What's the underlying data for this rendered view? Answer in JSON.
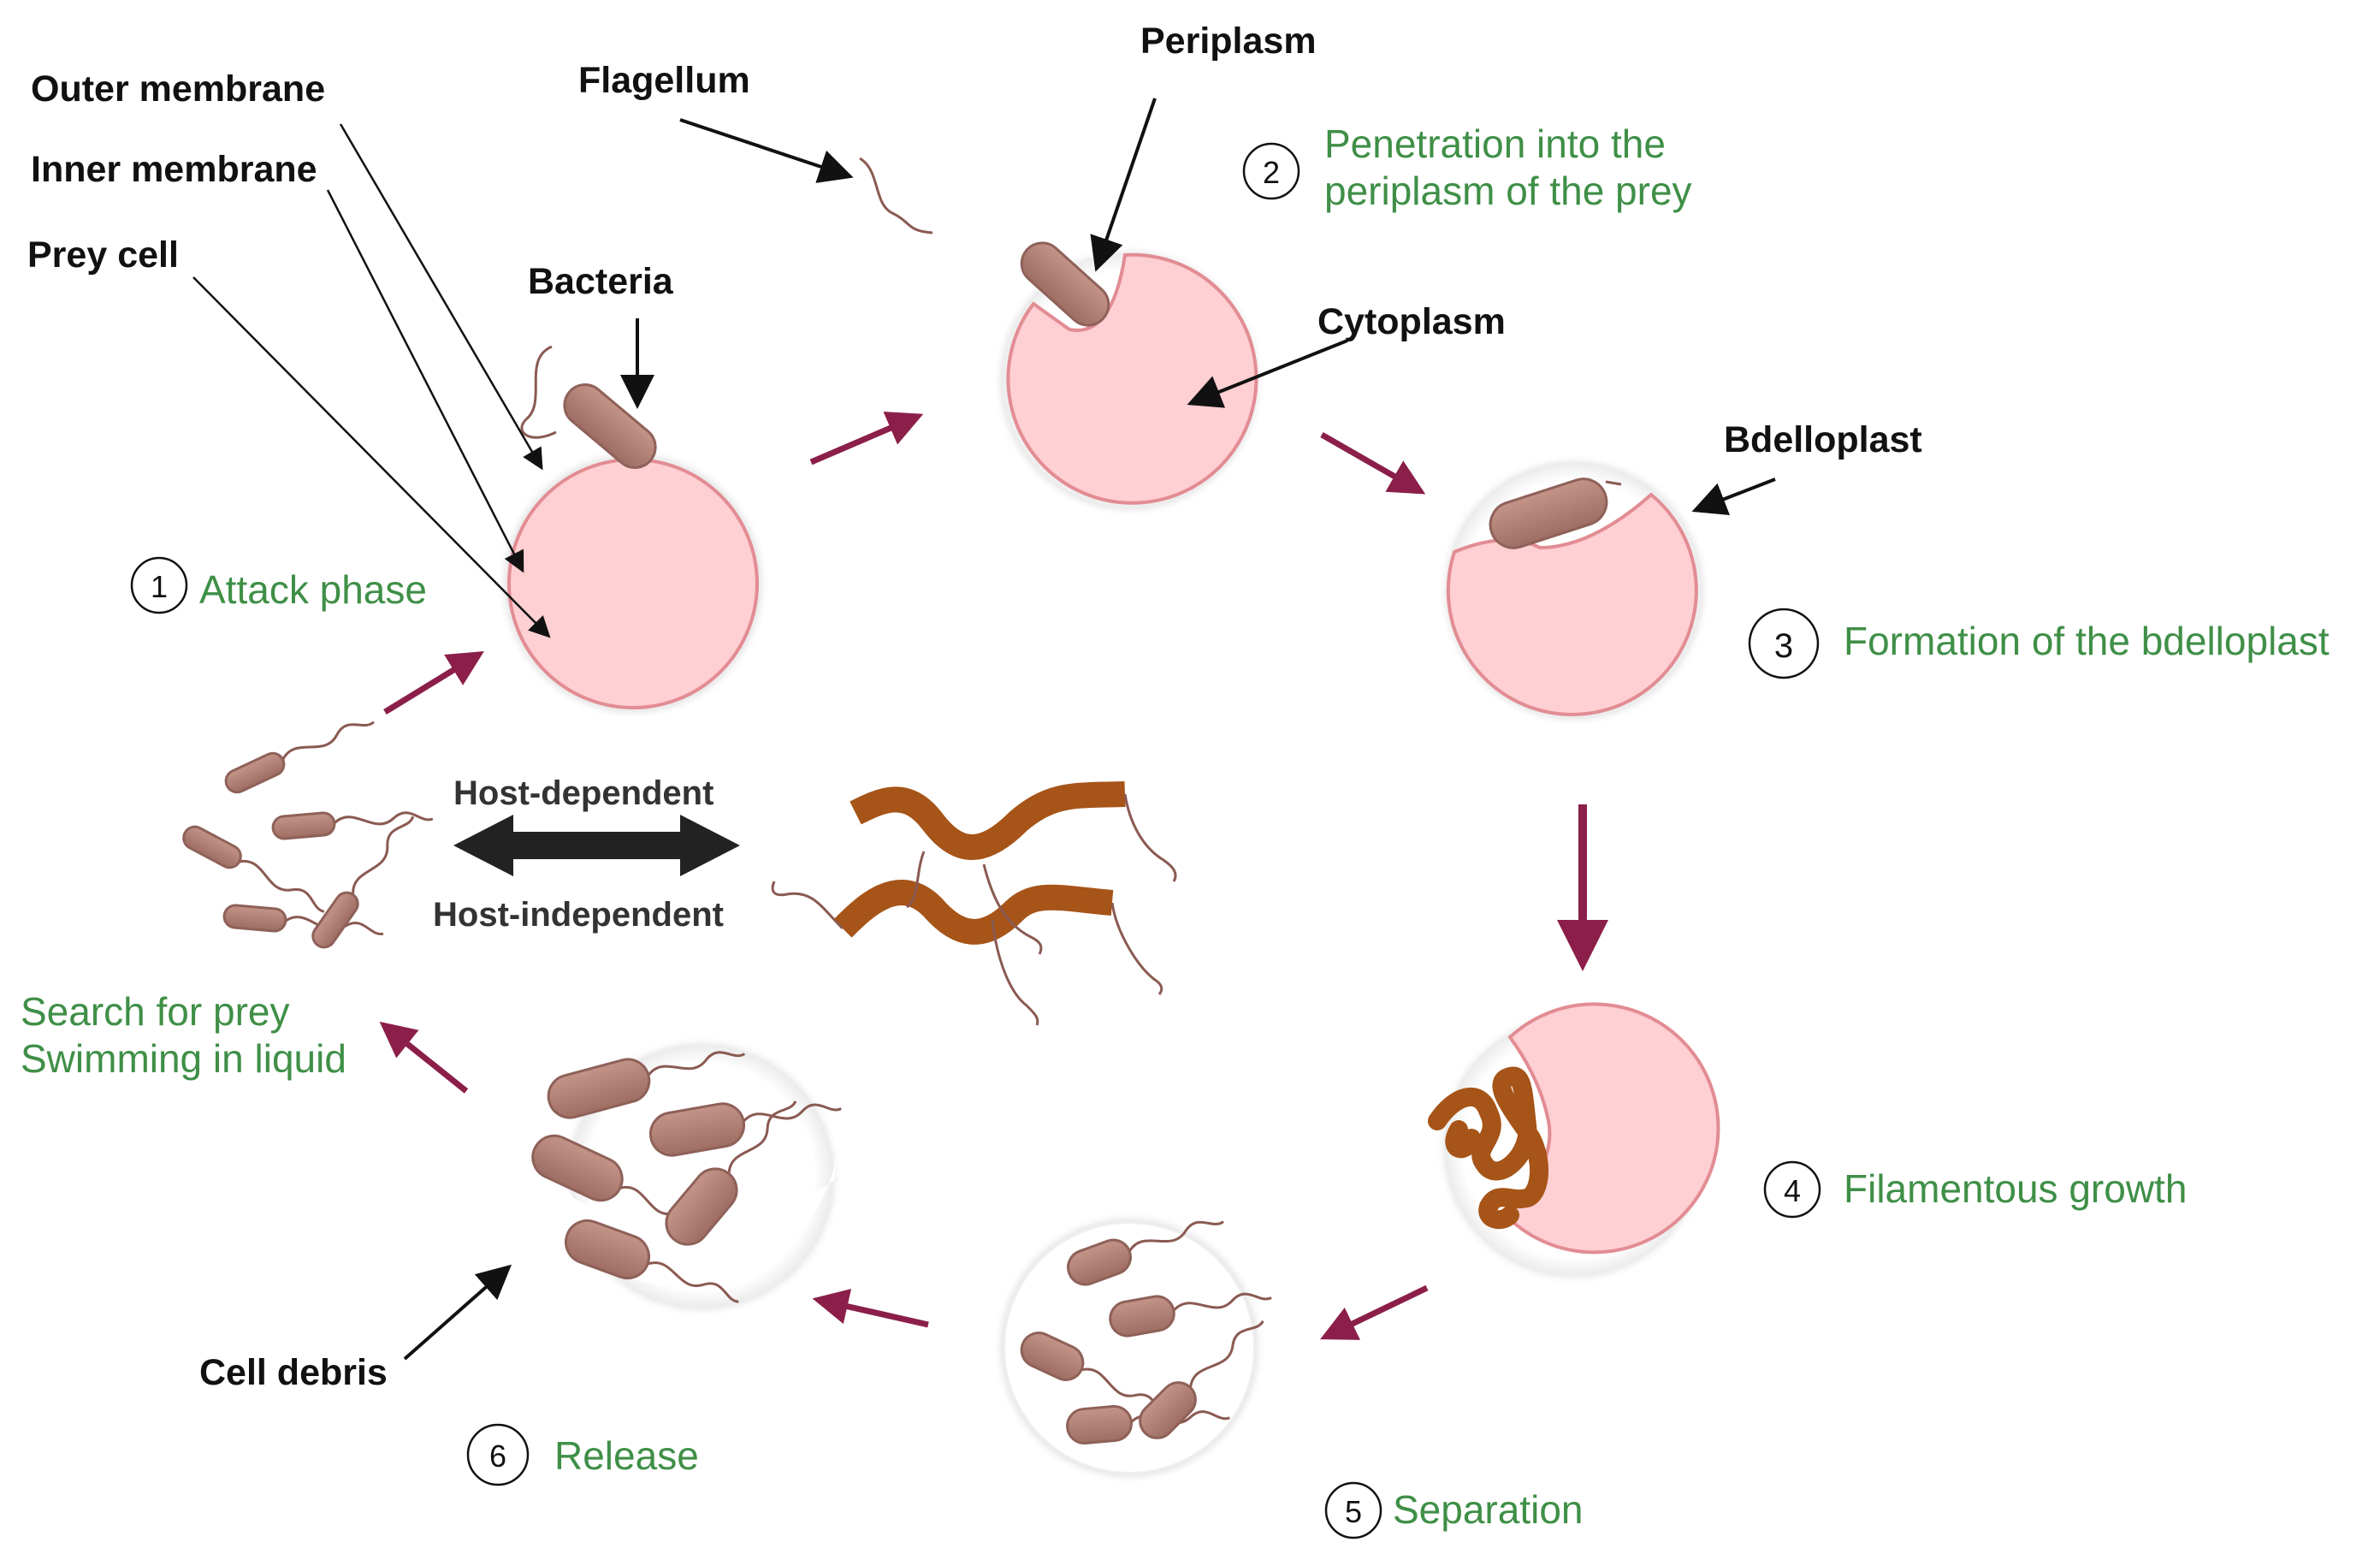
{
  "labels": {
    "outer_membrane": "Outer membrane",
    "inner_membrane": "Inner membrane",
    "prey_cell": "Prey cell",
    "flagellum": "Flagellum",
    "periplasm": "Periplasm",
    "bacteria": "Bacteria",
    "cytoplasm": "Cytoplasm",
    "bdelloplast": "Bdelloplast",
    "cell_debris": "Cell debris",
    "host_dependent": "Host-dependent",
    "host_independent": "Host-independent"
  },
  "steps": [
    {
      "number": "1",
      "text": "Attack phase"
    },
    {
      "number": "2",
      "line1": "Penetration into the",
      "line2": "periplasm of the prey"
    },
    {
      "number": "3",
      "text": "Formation of the bdelloplast"
    },
    {
      "number": "4",
      "text": "Filamentous growth"
    },
    {
      "number": "5",
      "text": "Separation"
    },
    {
      "number": "6",
      "text": "Release"
    }
  ],
  "search": {
    "line1": "Search for prey",
    "line2": "Swimming in liquid"
  },
  "colors": {
    "green": "#3f8f47",
    "cycle_arrow": "#8b1f4a",
    "cell_fill": "#fecfd3",
    "cell_border": "#e28c93",
    "bacterium": "#b07e74",
    "filament": "#a65418",
    "flagellum": "#8a5a52"
  }
}
